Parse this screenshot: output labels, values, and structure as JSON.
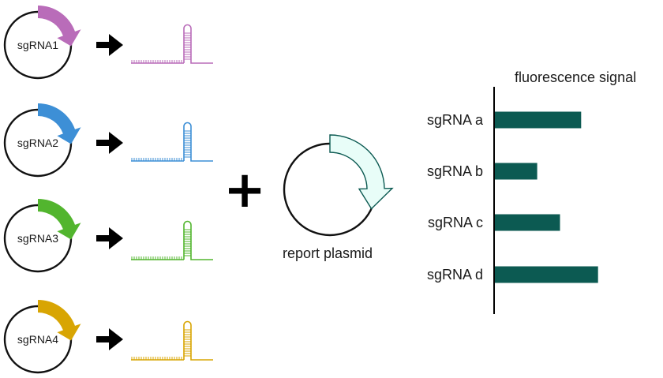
{
  "plasmids": [
    {
      "label": "sgRNA1",
      "color": "#b96cb9"
    },
    {
      "label": "sgRNA2",
      "color": "#3d8fd6"
    },
    {
      "label": "sgRNA3",
      "color": "#52b52e"
    },
    {
      "label": "sgRNA4",
      "color": "#d8a503"
    }
  ],
  "operator": "+",
  "report": {
    "label": "report plasmid",
    "fill": "#e8fdf8",
    "stroke": "#0c5a52"
  },
  "chart_data": {
    "type": "bar",
    "orientation": "horizontal",
    "title": "fluorescence signal",
    "categories": [
      "sgRNA a",
      "sgRNA b",
      "sgRNA c",
      "sgRNA d"
    ],
    "values": [
      102,
      50,
      77,
      122
    ],
    "xlim": [
      0,
      140
    ],
    "color": "#0c5a52",
    "grid": false,
    "axis_ticks": false
  }
}
